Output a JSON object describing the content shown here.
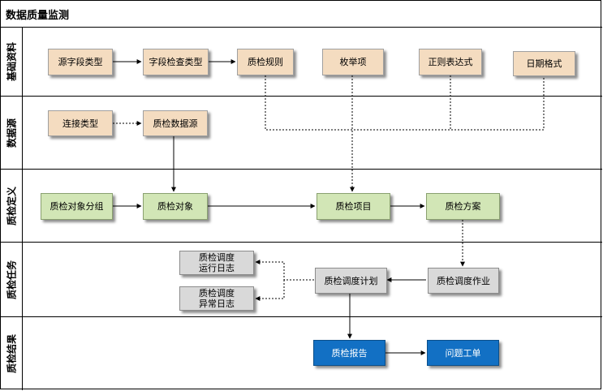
{
  "title": "数据质量监测",
  "lanes": [
    {
      "label": "基础资料"
    },
    {
      "label": "数据源"
    },
    {
      "label": "质检定义"
    },
    {
      "label": "质检任务"
    },
    {
      "label": "质检结果"
    }
  ],
  "nodes": {
    "source_field_type": "源字段类型",
    "field_check_type": "字段检查类型",
    "check_rule": "质检规则",
    "enum_item": "枚举项",
    "regex": "正则表达式",
    "date_format": "日期格式",
    "connection_type": "连接类型",
    "check_datasource": "质检数据源",
    "check_object_group": "质检对象分组",
    "check_object": "质检对象",
    "check_project": "质检项目",
    "check_scheme": "质检方案",
    "run_log": "质检调度\n运行日志",
    "error_log": "质检调度\n异常日志",
    "schedule_plan": "质检调度计划",
    "schedule_job": "质检调度作业",
    "check_report": "质检报告",
    "issue_ticket": "问题工单"
  },
  "colors": {
    "basic": "#f4dcc0",
    "definition": "#d2e6b6",
    "task": "#d9d9d9",
    "result": "#1270c4"
  }
}
